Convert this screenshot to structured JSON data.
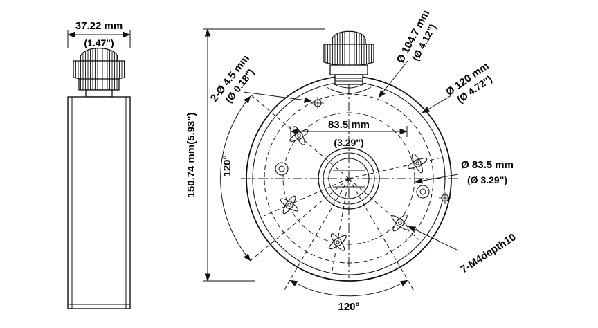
{
  "colors": {
    "line": "#111111",
    "background": "#ffffff"
  },
  "side_view": {
    "width_mm": "37.22 mm",
    "width_in": "(1.47\")"
  },
  "front_view": {
    "height": "150.74 mm(5.93\")",
    "angle_left": "120°",
    "angle_bottom": "120°",
    "holes": {
      "l1": "2-Ø 4.5 mm",
      "l2": "(Ø 0.18\")"
    },
    "dia104": {
      "l1": "Ø 104.7 mm",
      "l2": "(Ø 4.12\")"
    },
    "dia120": {
      "l1": "Ø 120 mm",
      "l2": "(Ø 4.72\")"
    },
    "pitch": {
      "l1": "83.5 mm",
      "l2": "(3.29\")"
    },
    "dia83": {
      "l1": "Ø 83.5 mm",
      "l2": "(Ø 3.29\")"
    },
    "thread": "7-M4depth10"
  }
}
